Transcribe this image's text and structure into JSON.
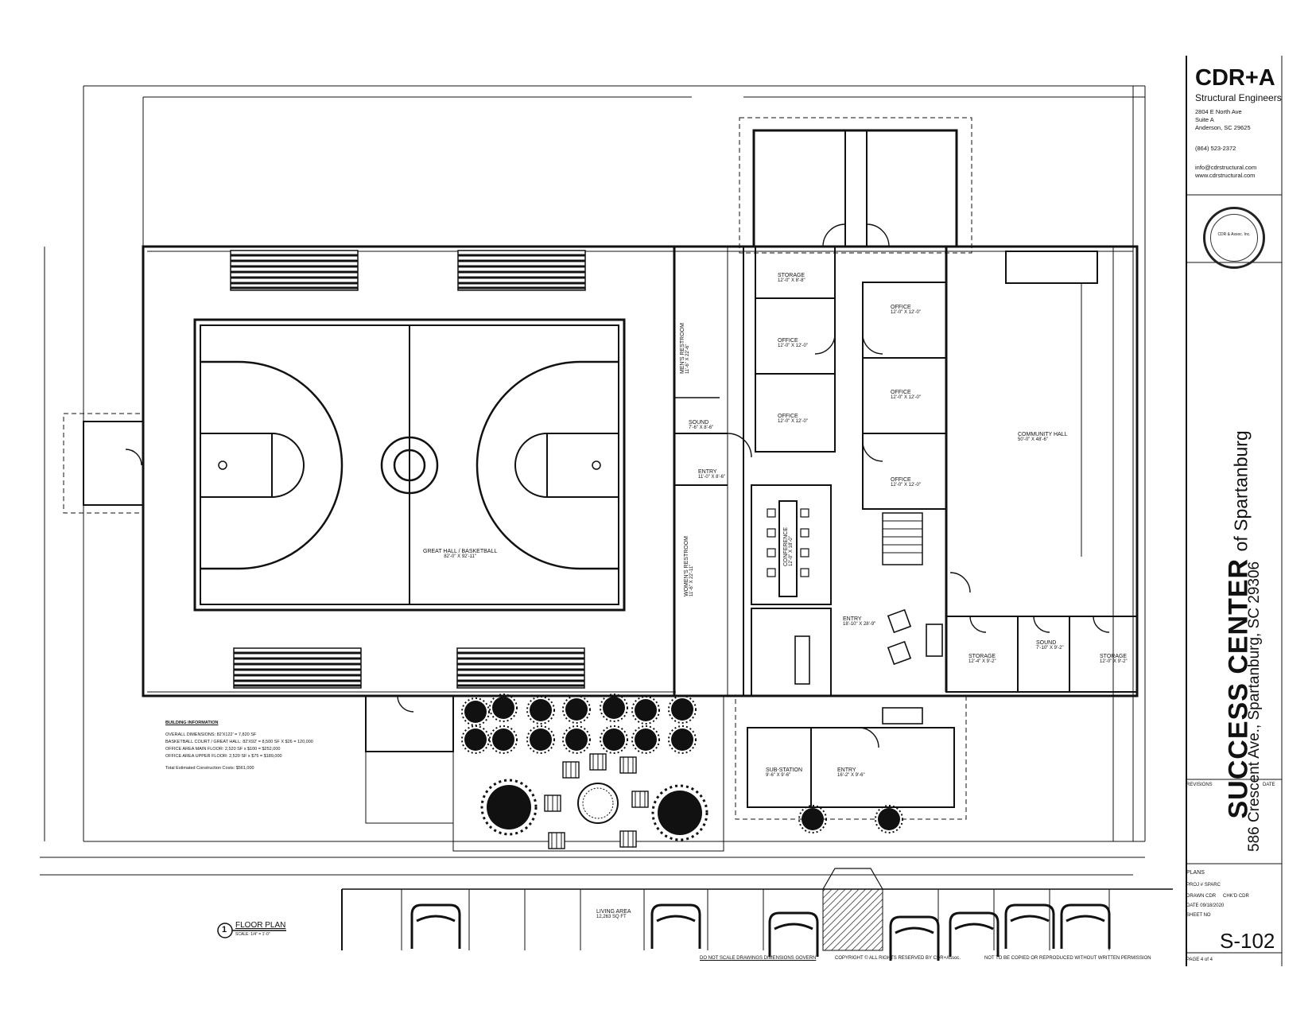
{
  "titleblock": {
    "firm_name": "CDR+A",
    "firm_subtitle": "Structural Engineers",
    "address_line1": "2804 E North Ave",
    "address_line2": "Suite A",
    "address_line3": "Anderson, SC 29625",
    "phone": "(864) 523-2372",
    "email": "info@cdrstructural.com",
    "website": "www.cdrstructural.com",
    "seal_text": "CDR & Assoc. Inc.",
    "project_name": "SUCCESS CENTER",
    "project_city": "of Spartanburg",
    "project_address": "586 Crescent Ave., Spartanburg, SC 29306",
    "revisions_label": "REVISIONS",
    "date_col_label": "DATE",
    "plans_label": "PLANS",
    "proj_label": "PROJ #",
    "proj_value": "SPARC",
    "drawn_label": "DRAWN",
    "drawn_value": "CDR",
    "chkd_label": "CHK'D",
    "chkd_value": "CDR",
    "date_label": "DATE",
    "date_value": "09/18/2020",
    "sheet_no_label": "SHEET NO",
    "sheet_no": "S-102",
    "page_label": "PAGE",
    "page_value": "4 of 4"
  },
  "footer": {
    "note1": "DO NOT SCALE DRAWINGS DIMENSIONS GOVERN",
    "note2": "COPYRIGHT © ALL RIGHTS RESERVED BY CDR+Assoc.",
    "note3": "NOT TO BE COPIED OR REPRODUCED WITHOUT WRITTEN PERMISSION"
  },
  "drawing": {
    "number": "1",
    "title": "FLOOR PLAN",
    "scale": "SCALE: 1/4\" = 1'-0\""
  },
  "building_info": {
    "heading": "BUILDING INFORMATION",
    "line1": "OVERALL DIMENSIONS: 82'X122' = 7,820 SF",
    "line2": "BASKETBALL COURT / GREAT HALL: 82'X92' = 8,500 SF X $26 = 120,000",
    "line3": "OFFICE AREA MAIN FLOOR: 2,520 SF x $100 = $252,000",
    "line4": "OFFICE AREA UPPER FLOOR: 2,520 SF x $75 = $189,000",
    "line5": "Total Estimated Construction Costs: $561,000"
  },
  "rooms": {
    "great_hall": "GREAT HALL / BASKETBALL",
    "great_hall_dim": "82'-0\" X 92'-11\"",
    "mens_restroom": "MEN'S RESTROOM",
    "mens_restroom_dim": "11'-6\" X 22'-6\"",
    "womens_restroom": "WOMEN'S RESTROOM",
    "womens_restroom_dim": "11'-6\" X 22'-11\"",
    "sound1": "SOUND",
    "sound1_dim": "7'-6\" X 8'-6\"",
    "entry_west": "ENTRY",
    "entry_west_dim": "11'-0\" X 8'-6\"",
    "storage_top": "STORAGE",
    "storage_top_dim": "12'-0\" X 8'-8\"",
    "office1": "OFFICE",
    "office1_dim": "12'-0\" X 12'-0\"",
    "office2": "OFFICE",
    "office2_dim": "12'-0\" X 12'-0\"",
    "office3": "OFFICE",
    "office3_dim": "12'-0\" X 12'-0\"",
    "office4": "OFFICE",
    "office4_dim": "12'-0\" X 12'-0\"",
    "office5": "OFFICE",
    "office5_dim": "12'-0\" X 12'-0\"",
    "conference": "CONFERENCE",
    "conference_dim": "12'-0\" X 18'-0\"",
    "entry_main": "ENTRY",
    "entry_main_dim": "18'-10\" X 28'-9\"",
    "community_hall": "COMMUNITY HALL",
    "community_hall_dim": "50'-0\" X 48'-6\"",
    "storage_left": "STORAGE",
    "storage_left_dim": "12'-4\" X 9'-2\"",
    "sound2": "SOUND",
    "sound2_dim": "7'-10\" X 9'-2\"",
    "storage_right": "STORAGE",
    "storage_right_dim": "12'-0\" X 9'-2\"",
    "substation": "SUB-STATION",
    "substation_dim": "9'-6\" X 9'-6\"",
    "entry_south": "ENTRY",
    "entry_south_dim": "16'-2\" X 9'-6\"",
    "living_area": "LIVING AREA",
    "living_area_dim": "12,263 SQ FT"
  }
}
